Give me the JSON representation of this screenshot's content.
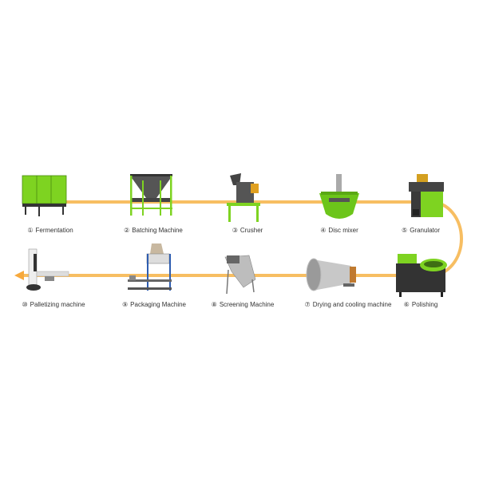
{
  "colors": {
    "flow_line": "#f7be62",
    "machine_green": "#7ed321",
    "machine_dark": "#3a3a3a",
    "steel": "#b8b8b8"
  },
  "steps": [
    {
      "num": "①",
      "label": "Fermentation"
    },
    {
      "num": "②",
      "label": "Batching Machine"
    },
    {
      "num": "③",
      "label": "Crusher"
    },
    {
      "num": "④",
      "label": "Disc mixer"
    },
    {
      "num": "⑤",
      "label": "Granulator"
    },
    {
      "num": "⑥",
      "label": "Polishing"
    },
    {
      "num": "⑦",
      "label": "Drying and cooling machine"
    },
    {
      "num": "⑧",
      "label": "Screening Machine"
    },
    {
      "num": "⑨",
      "label": "Packaging Machine"
    },
    {
      "num": "⑩",
      "label": "Palletizing machine"
    }
  ]
}
